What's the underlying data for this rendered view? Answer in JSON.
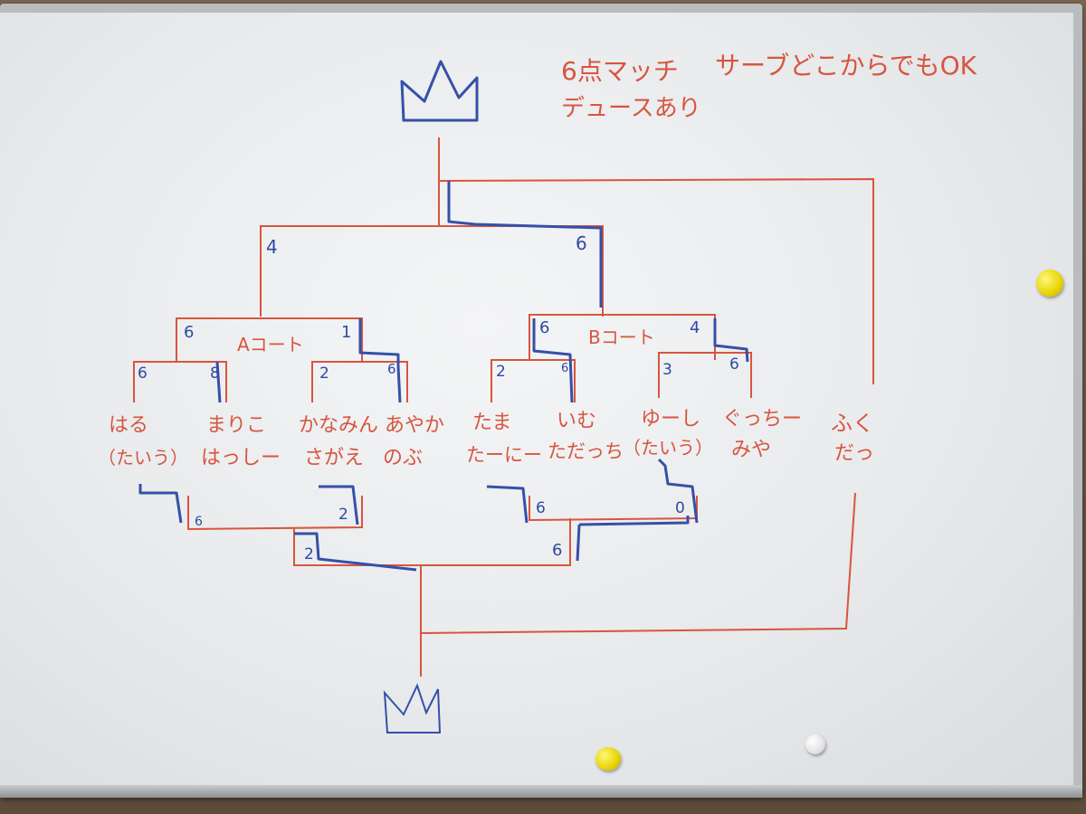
{
  "header": {
    "rule_points": "6点マッチ",
    "rule_serve": "サーブどこからでもOK",
    "rule_deuce": "デュースあり"
  },
  "courts": {
    "a": "Aコート",
    "b": "Bコート"
  },
  "teams": [
    {
      "line1": "はる",
      "line2": "（たいう）"
    },
    {
      "line1": "まりこ",
      "line2": "はっしー"
    },
    {
      "line1": "かなみん",
      "line2": "さがえ"
    },
    {
      "line1": "あやか",
      "line2": "のぶ"
    },
    {
      "line1": "たま",
      "line2": "たーにー"
    },
    {
      "line1": "いむ",
      "line2": "ただっち"
    },
    {
      "line1": "ゆーし",
      "line2": "（たいう）"
    },
    {
      "line1": "ぐっちー",
      "line2": "みや"
    },
    {
      "line1": "ふく",
      "line2": "だっ"
    }
  ],
  "scores": {
    "top_left_final": "4",
    "top_right_final": "6",
    "a_semi_left": "6",
    "a_semi_right": "1",
    "b_semi_left": "6",
    "b_semi_right": "4",
    "a_r1_m1_left": "6",
    "a_r1_m1_right": "8",
    "a_r1_m2_left": "2",
    "a_r1_m2_right": "6",
    "b_r1_m1_left": "2",
    "b_r1_m1_right": "6",
    "b_r1_m2_left": "3",
    "b_r1_m2_right": "6",
    "bot_a_left": "6",
    "bot_a_right": "2",
    "bot_b_left": "6",
    "bot_b_right": "0",
    "bot_final_left": "2",
    "bot_final_right": "6"
  },
  "icons": {
    "top": "crown-icon",
    "bottom": "crown-icon"
  },
  "colors": {
    "red_marker": "#d8553f",
    "blue_marker": "#3550a8",
    "board": "#eceef0"
  }
}
